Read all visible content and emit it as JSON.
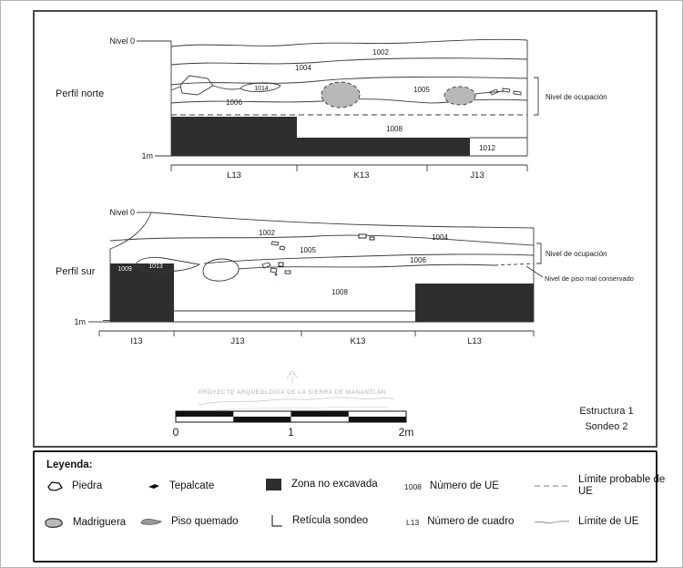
{
  "colors": {
    "unexcavated_fill": "#2e2e2e",
    "burrow_fill": "#b8b8b8",
    "burnt_floor_fill": "#9a9a9a",
    "line": "#3a3a3a",
    "watermark_gray": "#b3ada6"
  },
  "north_profile": {
    "title": "Perfil norte",
    "level_zero_label": "Nivel 0",
    "depth_label": "1m",
    "occupation_label": "Nivel de ocupación",
    "ue": {
      "l1002": "1002",
      "l1004": "1004",
      "l1014": "1014",
      "l1005": "1005",
      "l1006": "1006",
      "l1008": "1008",
      "l1012": "1012"
    },
    "grid": [
      "L13",
      "K13",
      "J13"
    ]
  },
  "south_profile": {
    "title": "Perfil sur",
    "level_zero_label": "Nivel 0",
    "depth_label": "1m",
    "occupation_label": "Nivel de ocupación",
    "floor_note": "Nivel de piso mal conservado",
    "ue": {
      "l1002": "1002",
      "l1004": "1004",
      "l1005": "1005",
      "l1006": "1006",
      "l1009": "1009",
      "l1013": "1013",
      "l1008": "1008"
    },
    "grid": [
      "I13",
      "J13",
      "K13",
      "L13"
    ]
  },
  "watermark_text": "PROYECTO ARQUEOLOGÍA DE LA SIERRA DE MANANTLÁN",
  "scale_bar": {
    "start": "0",
    "middle": "1",
    "end": "2m"
  },
  "caption": {
    "line1": "Estructura 1",
    "line2": "Sondeo 2"
  },
  "legend": {
    "title": "Leyenda:",
    "piedra": "Piedra",
    "tepalcate": "Tepalcate",
    "zona": "Zona no excavada",
    "ue_value": "1008",
    "ue_label": "Número de UE",
    "limite_probable": "Límite probable de UE",
    "madriguera": "Madriguera",
    "piso": "Piso quemado",
    "reticula": "Retícula sondeo",
    "cuadro_value": "L13",
    "cuadro_label": "Número de cuadro",
    "limite": "Límite de UE"
  }
}
